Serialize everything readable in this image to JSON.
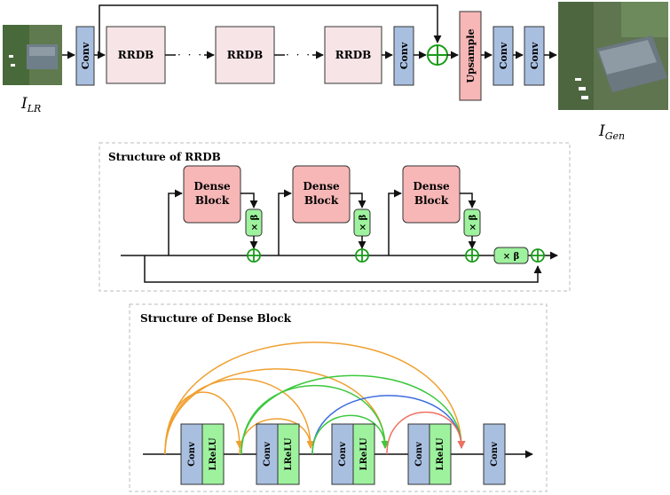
{
  "top": {
    "input_label": "I",
    "input_sub": "LR",
    "output_label": "I",
    "output_sub": "Gen",
    "conv1": "Conv",
    "rrdb1": "RRDB",
    "rrdb2": "RRDB",
    "rrdb3": "RRDB",
    "conv2": "Conv",
    "upsample": "Upsample",
    "conv3": "Conv",
    "conv4": "Conv"
  },
  "rrdb_panel": {
    "title": "Structure of RRDB",
    "dense_line1": "Dense",
    "dense_line2": "Block",
    "beta": "× β"
  },
  "dense_panel": {
    "title": "Structure of Dense Block",
    "conv": "Conv",
    "lrelu": "LReLU"
  },
  "colors": {
    "conv_fill": "#a9bfe0",
    "rrdb_fill": "#f6e4e6",
    "dense_fill": "#f7b7b7",
    "beta_fill": "#9ef29e",
    "lrelu_fill": "#9ef29e",
    "orange": "#f0a030",
    "green": "#3cc83c",
    "blue": "#3c6ce0",
    "red": "#f07060",
    "plus": "#1a9a1a"
  }
}
